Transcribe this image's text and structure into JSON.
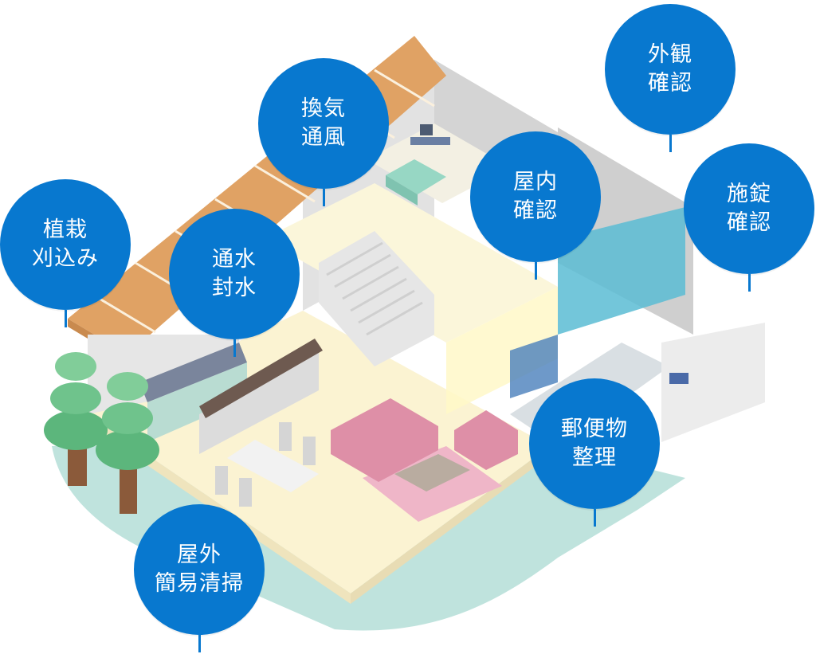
{
  "colors": {
    "bubble": "#0878cf",
    "ground": "#bfe3dd",
    "floor": "#fbf3d2",
    "wall": "#e2e2e2",
    "roof": "#e0a264",
    "tree": "#5cb67c",
    "sofa": "#de8fa7",
    "glass": "#5bbcd4"
  },
  "labels": [
    {
      "id": "exterior-check",
      "lines": [
        "外観",
        "確認"
      ]
    },
    {
      "id": "ventilation",
      "lines": [
        "換気",
        "通風"
      ]
    },
    {
      "id": "indoor-check",
      "lines": [
        "屋内",
        "確認"
      ]
    },
    {
      "id": "lock-check",
      "lines": [
        "施錠",
        "確認"
      ]
    },
    {
      "id": "garden-trimming",
      "lines": [
        "植栽",
        "刈込み"
      ]
    },
    {
      "id": "water-flow",
      "lines": [
        "通水",
        "封水"
      ]
    },
    {
      "id": "mail-sorting",
      "lines": [
        "郵便物",
        "整理"
      ]
    },
    {
      "id": "outdoor-cleaning",
      "lines": [
        "屋外",
        "簡易清掃"
      ]
    }
  ]
}
